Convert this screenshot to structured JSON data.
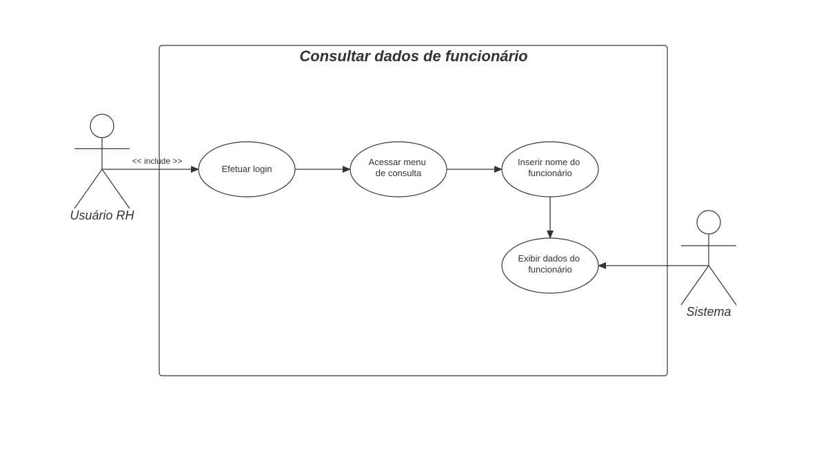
{
  "diagram": {
    "title": "Consultar dados de funcionário",
    "actors": {
      "usuario_rh": "Usuário RH",
      "sistema": "Sistema"
    },
    "use_cases": {
      "efetuar_login": [
        "Efetuar login"
      ],
      "acessar_menu": [
        "Acessar menu",
        "de consulta"
      ],
      "inserir_nome": [
        "Inserir nome do",
        "funcionário"
      ],
      "exibir_dados": [
        "Exibir dados do",
        "funcionário"
      ]
    },
    "relations": {
      "include_label": "<< include >>"
    },
    "colors": {
      "stroke": "#333333",
      "background": "#ffffff"
    }
  }
}
